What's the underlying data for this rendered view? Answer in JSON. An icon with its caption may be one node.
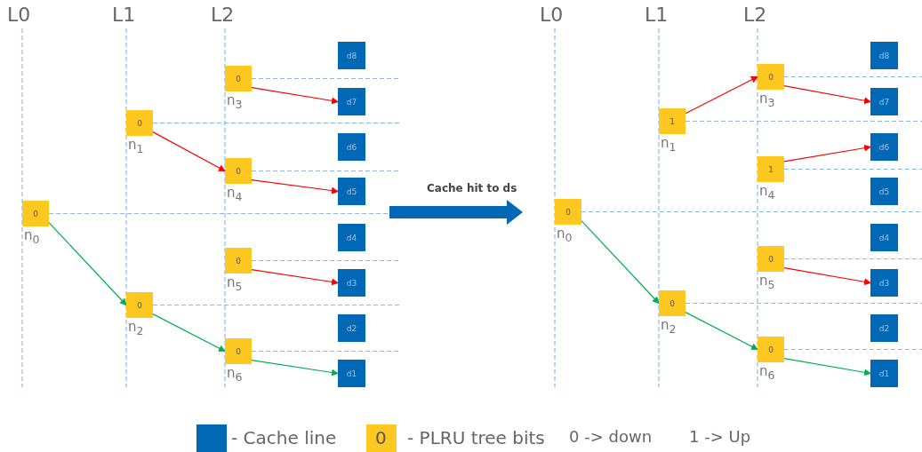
{
  "diagram": {
    "nodes": [
      {
        "text": [
          "0"
        ],
        "beside": [
          "n$_{0}$"
        ]
      },
      {
        "text": [
          "0"
        ],
        "beside": [
          "n$_{1}$"
        ]
      },
      {
        "text": [
          "0"
        ],
        "beside": [
          "n$_{2}$"
        ]
      },
      {
        "text": [
          "0"
        ],
        "beside": [
          "n$_{3}$"
        ]
      },
      {
        "text": [
          "0"
        ],
        "beside": [
          "n$_{4}$"
        ]
      },
      {
        "text": [
          "0"
        ],
        "beside": [
          "n$_{5}$"
        ]
      },
      {
        "text": [
          "0"
        ],
        "beside": [
          "n$_{6}$"
        ]
      },
      {
        "text": [
          "d8"
        ]
      },
      {
        "text": [
          "d7"
        ]
      },
      {
        "text": [
          "d6"
        ]
      },
      {
        "text": [
          "d5"
        ]
      },
      {
        "text": [
          "d4"
        ]
      },
      {
        "text": [
          "d3"
        ]
      },
      {
        "text": [
          "d2"
        ]
      },
      {
        "text": [
          "d1"
        ]
      },
      {
        "text": [
          "0"
        ],
        "beside": [
          "n$_{0}$"
        ]
      },
      {
        "text": [
          "1"
        ],
        "beside": [
          "n$_{1}$"
        ]
      },
      {
        "text": [
          "0"
        ],
        "beside": [
          "n$_{2}$"
        ]
      },
      {
        "text": [
          "0"
        ],
        "beside": [
          "n$_{3}$"
        ]
      },
      {
        "text": [
          "1"
        ],
        "beside": [
          "n$_{4}$"
        ]
      },
      {
        "text": [
          "0"
        ],
        "beside": [
          "n$_{5}$"
        ]
      },
      {
        "text": [
          "0"
        ],
        "beside": [
          "n$_{6}$"
        ]
      },
      {
        "text": [
          "d8"
        ]
      },
      {
        "text": [
          "d7"
        ]
      },
      {
        "text": [
          "d6"
        ]
      },
      {
        "text": [
          "d5"
        ]
      },
      {
        "text": [
          "d4"
        ]
      },
      {
        "text": [
          "d3"
        ]
      },
      {
        "text": [
          "d2"
        ]
      },
      {
        "text": [
          "d1"
        ]
      }
    ],
    "edges": [
      {
        "from": 3,
        "to": 8,
        "arrow": "to",
        "color": "#ff0000"
      },
      {
        "from": 1,
        "to": 4,
        "arrow": "to",
        "color": "#ff0000"
      },
      {
        "from": 4,
        "to": 10,
        "arrow": "to",
        "color": "#ff0000"
      },
      {
        "from": 0,
        "to": 2,
        "arrow": "to",
        "color": "#00b050"
      },
      {
        "from": 5,
        "to": 12,
        "arrow": "to",
        "color": "#ff0000"
      },
      {
        "from": 2,
        "to": 6,
        "arrow": "to",
        "color": "#00b050"
      },
      {
        "from": 6,
        "to": 14,
        "arrow": "to",
        "color": "#00b050"
      },
      {
        "from": 16,
        "to": 18,
        "arrow": "to",
        "color": "#ff0000"
      },
      {
        "from": 18,
        "to": 23,
        "arrow": "to",
        "color": "#ff0000"
      },
      {
        "from": 19,
        "to": 24,
        "arrow": "to",
        "color": "#ff0000"
      },
      {
        "from": 15,
        "to": 17,
        "arrow": "to",
        "color": "#00b050"
      },
      {
        "from": 20,
        "to": 27,
        "arrow": "to",
        "color": "#ff0000"
      },
      {
        "from": 17,
        "to": 21,
        "arrow": "to",
        "color": "#00b050"
      },
      {
        "from": 21,
        "to": 29,
        "arrow": "to",
        "color": "#00b050"
      }
    ],
    "labels": [
      "L0",
      "L1",
      "L2",
      "L0",
      "L1",
      "L2",
      "Cache hit to ds",
      "0",
      "0 -> down",
      "1 -> Up"
    ],
    "legend": [
      {
        "text": "- Cache line",
        "color": "#0068b5"
      },
      {
        "text": "- PLRU tree bits",
        "color": "#ffc820"
      }
    ]
  }
}
